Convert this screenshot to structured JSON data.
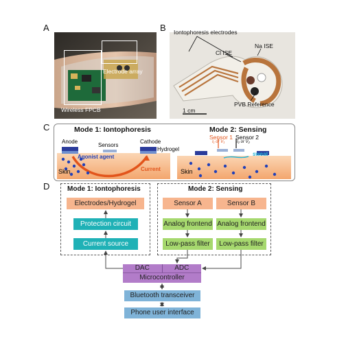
{
  "panels": {
    "a": "A",
    "b": "B",
    "c": "C",
    "d": "D"
  },
  "panel_a": {
    "electrode_array": "Electrode array",
    "wireless_fpcb": "Wireless FPCB"
  },
  "panel_b": {
    "iontophoresis_electrodes": "Iontophoresis electrodes",
    "cl_ise": "Cl ISE",
    "na_ise": "Na ISE",
    "pvb_reference": "PVB Reference",
    "scale": "1 cm"
  },
  "panel_c": {
    "mode1_title": "Mode 1: Iontophoresis",
    "mode2_title": "Mode 2: Sensing",
    "anode": "Anode",
    "sensors": "Sensors",
    "cathode": "Cathode",
    "hydrogel": "Hydrogel",
    "agonist": "Agonist agent",
    "skin1": "Skin",
    "current": "Current",
    "sensor1": "Sensor 1",
    "sensor1_sub": "I₁ or V₁",
    "sensor2": "Sensor 2",
    "sensor2_sub": "I₂ or V₂",
    "sweat": "sweat",
    "skin2": "Skin"
  },
  "panel_d": {
    "mode1_title": "Mode 1: Iontophoresis",
    "electrodes_hydrogel": "Electrodes/Hydrogel",
    "protection_circuit": "Protection circuit",
    "current_source": "Current source",
    "mode2_title": "Mode 2: Sensing",
    "sensor_a": "Sensor A",
    "sensor_b": "Sensor B",
    "analog_frontend_a": "Analog frontend",
    "analog_frontend_b": "Analog frontend",
    "lowpass_a": "Low-pass filter",
    "lowpass_b": "Low-pass filter",
    "dac": "DAC",
    "adc": "ADC",
    "microcontroller": "Microcontroller",
    "bluetooth": "Bluetooth transceiver",
    "phone": "Phone user interface"
  },
  "colors": {
    "orange": "#f7b58e",
    "teal": "#1fb1b6",
    "green": "#a6d86e",
    "purple": "#b27cc9",
    "blue": "#7fb3d8",
    "current_red": "#e2541b",
    "agonist_blue": "#2140b8",
    "sweat_cyan": "#26b5d6"
  }
}
